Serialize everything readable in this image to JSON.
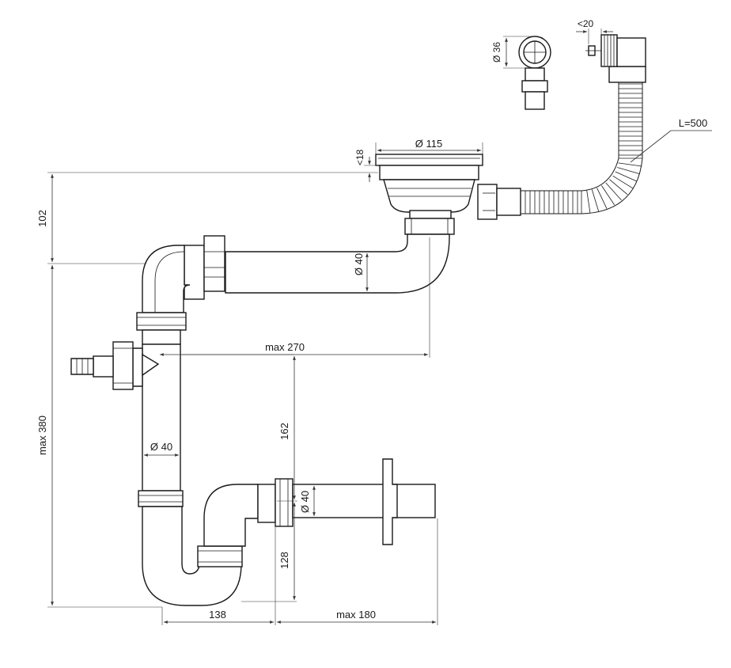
{
  "dimensions": {
    "height_top": "102",
    "max_height": "max 380",
    "max_270": "max 270",
    "dia_40_h": "Ø 40",
    "dia_40_v": "Ø 40",
    "dia_40_out": "Ø 40",
    "h_162": "162",
    "h_128": "128",
    "w_138": "138",
    "max_180": "max 180",
    "dia_115": "Ø 115",
    "lt18": "<18",
    "dia_36": "Ø 36",
    "lt20": "<20",
    "hose_length": "L=500"
  }
}
